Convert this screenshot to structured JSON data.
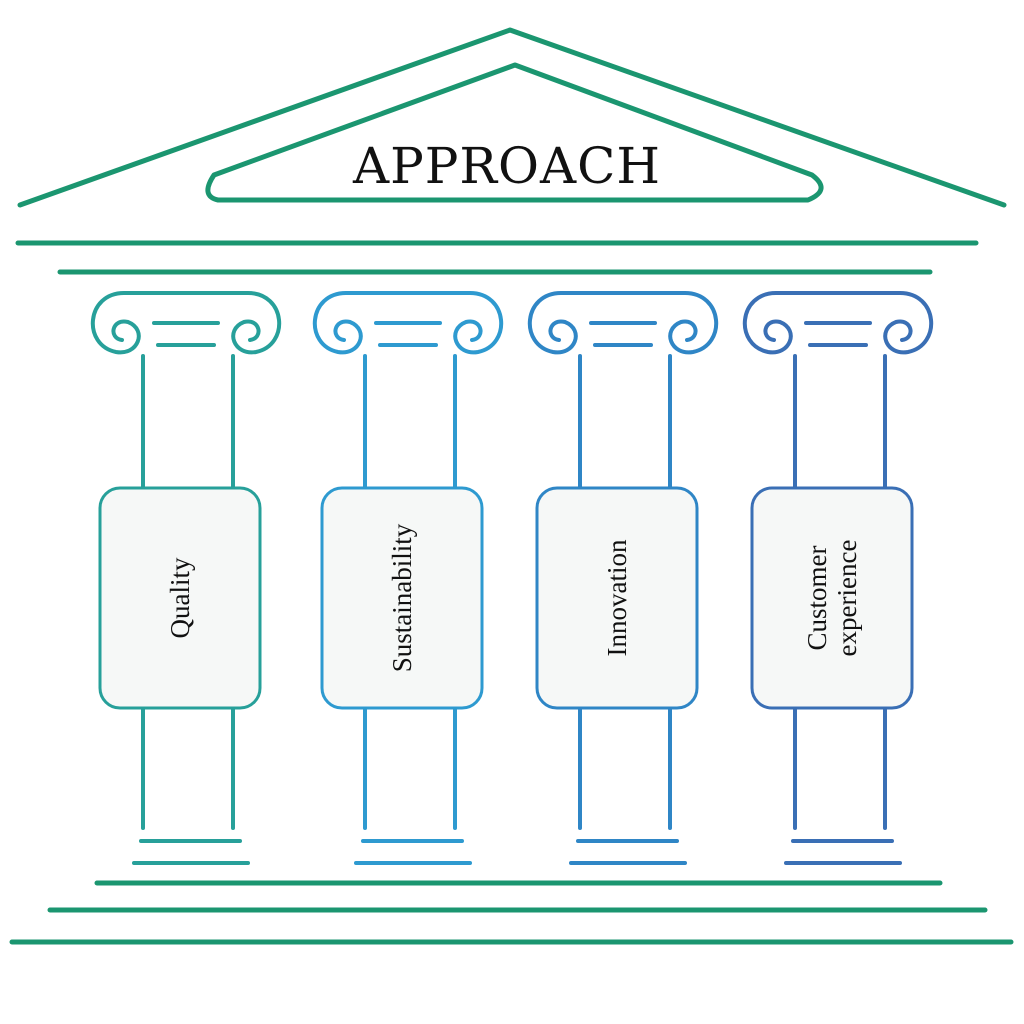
{
  "title": "APPROACH",
  "colors": {
    "structure": "#1b9670",
    "pillar_teal": "#27a09a",
    "pillar_blue": "#2e9ad0",
    "pillar_mid_blue": "#2f86c6",
    "pillar_indigo": "#3a6fb5",
    "panel_fill": "#f6f8f7",
    "text": "#111111"
  },
  "pillars": [
    {
      "lines": [
        "Quality"
      ],
      "color": "#27a09a"
    },
    {
      "lines": [
        "Sustainability"
      ],
      "color": "#2e9ad0"
    },
    {
      "lines": [
        "Innovation"
      ],
      "color": "#2f86c6"
    },
    {
      "lines": [
        "Customer",
        "experience"
      ],
      "color": "#3a6fb5"
    }
  ]
}
